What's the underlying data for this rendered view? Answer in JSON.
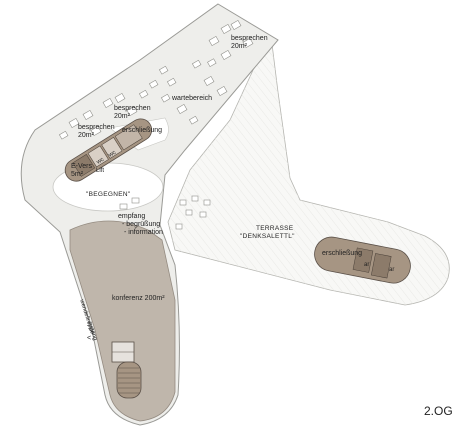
{
  "floor_label": "2.OG",
  "rooms": {
    "besprechen_top": {
      "name": "besprechen",
      "area": "20m²"
    },
    "wartebereich": {
      "name": "wartebereich"
    },
    "besprechen_mid": {
      "name": "besprechen",
      "area": "20m²"
    },
    "besprechen_left": {
      "name": "besprechen",
      "area": "20m²"
    },
    "erschliessung_core": {
      "name": "erschließung"
    },
    "wc_1": {
      "name": "wc"
    },
    "wc_2": {
      "name": "wc"
    },
    "lift_1": {
      "name": "Lift"
    },
    "e_vers": {
      "name": "E-Vers",
      "area": "5m²"
    },
    "begegnen": {
      "name": "\"BEGEGNEN\""
    },
    "empfang": {
      "name": "empfang",
      "line2": "- begrüßung",
      "line3": "- information"
    },
    "terrasse": {
      "name": "TERRASSE",
      "subtitle": "\"DENKSALETTL\""
    },
    "erschliessung_right": {
      "name": "erschließung"
    },
    "ar_1": {
      "name": "ar"
    },
    "ar_2": {
      "name": "ar"
    },
    "konferenz": {
      "name": "konferenz 200m²"
    },
    "wendeltreppe": {
      "name": "wendeltreppe"
    },
    "zugang": {
      "name": "zugang",
      "arrow": "<"
    }
  },
  "colors": {
    "floor": "#eeeeeb",
    "terrace": "#f7f7f5",
    "conference": "#bfb6ab",
    "core": "#a69583",
    "core_dark": "#8c7b6a",
    "outline": "#9a9a96",
    "hatch": "#ecece9"
  }
}
